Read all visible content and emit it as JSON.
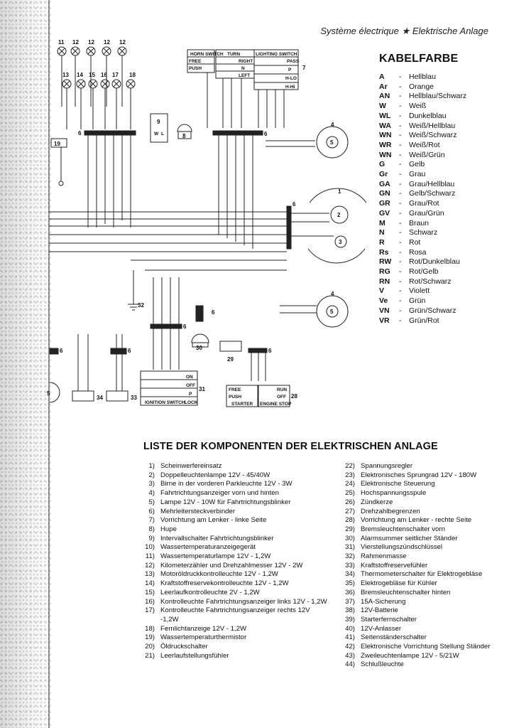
{
  "header": {
    "title_fr": "Système électrique",
    "star": "★",
    "title_de": "Elektrische Anlage"
  },
  "diagram": {
    "switch_labels": {
      "horn_switch": "HORN SWITCH",
      "free": "FREE",
      "push": "PUSH",
      "turn": "TURN",
      "right": "RIGHT",
      "n": "N",
      "left": "LEFT",
      "lighting_switch": "LIGHTING SWITCH",
      "pass": "PASS",
      "p": "P",
      "hi_lo": "H-LO",
      "hi_hi": "H-HI",
      "ignition_switch": "IGNITION    SWITCH",
      "on": "ON",
      "off": "OFF",
      "p2": "P",
      "lock": "LOCK",
      "starter": "STARTER",
      "free2": "FREE",
      "push2": "PUSH",
      "engine_stop": "ENGINE STOP",
      "run": "RUN",
      "off2": "OFF"
    },
    "component_numbers": {
      "n11": "11",
      "n12a": "12",
      "n12b": "12",
      "n12c": "12",
      "n12d": "12",
      "n13": "13",
      "n14": "14",
      "n15": "15",
      "n16": "16",
      "n17": "17",
      "n18": "18",
      "n6a": "6",
      "n6b": "6",
      "n6c": "6",
      "n6d": "6",
      "n6e": "6",
      "n6f": "6",
      "n6g": "6",
      "n6h": "6",
      "n7": "7",
      "n9": "9",
      "n8": "8",
      "n19": "19",
      "n4a": "4",
      "n5a": "5",
      "n1": "1",
      "n2": "2",
      "n3": "3",
      "n4b": "4",
      "n5b": "5",
      "n32": "32",
      "n30": "30",
      "n29": "29",
      "n31": "31",
      "n28": "28",
      "n34": "34",
      "n33": "33",
      "n5c": "5"
    },
    "wire_codes": {
      "w9": "W",
      "wl9": "L"
    }
  },
  "legend": {
    "title": "KABELFARBE",
    "items": [
      {
        "code": "A",
        "name": "Hellblau"
      },
      {
        "code": "Ar",
        "name": "Orange"
      },
      {
        "code": "AN",
        "name": "Hellblau/Schwarz"
      },
      {
        "code": "W",
        "name": "Weiß"
      },
      {
        "code": "WL",
        "name": "Dunkelblau"
      },
      {
        "code": "WA",
        "name": "Weiß/Hellblau"
      },
      {
        "code": "WN",
        "name": "Weiß/Schwarz"
      },
      {
        "code": "WR",
        "name": "Weiß/Rot"
      },
      {
        "code": "WN",
        "name": "Weiß/Grün"
      },
      {
        "code": "G",
        "name": "Gelb"
      },
      {
        "code": "Gr",
        "name": "Grau"
      },
      {
        "code": "GA",
        "name": "Grau/Hellblau"
      },
      {
        "code": "GN",
        "name": "Gelb/Schwarz"
      },
      {
        "code": "GR",
        "name": "Grau/Rot"
      },
      {
        "code": "GV",
        "name": "Grau/Grün"
      },
      {
        "code": "M",
        "name": "Braun"
      },
      {
        "code": "N",
        "name": "Schwarz"
      },
      {
        "code": "R",
        "name": "Rot"
      },
      {
        "code": "Rs",
        "name": "Rosa"
      },
      {
        "code": "RW",
        "name": "Rot/Dunkelblau"
      },
      {
        "code": "RG",
        "name": "Rot/Gelb"
      },
      {
        "code": "RN",
        "name": "Rot/Schwarz"
      },
      {
        "code": "V",
        "name": "Violett"
      },
      {
        "code": "Ve",
        "name": "Grün"
      },
      {
        "code": "VN",
        "name": "Grün/Schwarz"
      },
      {
        "code": "VR",
        "name": "Grün/Rot"
      }
    ],
    "dash": "-"
  },
  "components": {
    "title": "LISTE DER KOMPONENTEN DER ELEKTRISCHEN ANLAGE",
    "left": [
      {
        "num": "1)",
        "label": "Scheinwerfereinsatz"
      },
      {
        "num": "2)",
        "label": "Doppelleuchtenlampe 12V - 45/40W"
      },
      {
        "num": "3)",
        "label": "Birne in der vorderen Parkleuchte 12V - 3W"
      },
      {
        "num": "4)",
        "label": "Fahrtrichtungsanzeiger vorn und hinten"
      },
      {
        "num": "5)",
        "label": "Lampe 12V - 10W für Fahrtrichtungsblinker"
      },
      {
        "num": "6)",
        "label": "Mehrleitersteckverbinder"
      },
      {
        "num": "7)",
        "label": "Vorrichtung am Lenker - linke Seite"
      },
      {
        "num": "8)",
        "label": "Hupe"
      },
      {
        "num": "9)",
        "label": "Intervallschalter Fahrtrichtungsblinker"
      },
      {
        "num": "10)",
        "label": "Wassertemperaturanzeigegerät"
      },
      {
        "num": "11)",
        "label": "Wassertemperaturlampe 12V - 1,2W"
      },
      {
        "num": "12)",
        "label": "Kilometerzähler und Drehzahlmesser 12V - 2W"
      },
      {
        "num": "13)",
        "label": "Motoröldruckkontrolleuchte 12V - 1,2W"
      },
      {
        "num": "14)",
        "label": "Kraftstoffreservekontrolleuchte 12V - 1,2W"
      },
      {
        "num": "15)",
        "label": "Leerlaufkontrolleuchte 2V - 1,2W"
      },
      {
        "num": "16)",
        "label": "Kontrolleuchte Fahrtrichtungsanzeiger links 12V - 1,2W"
      },
      {
        "num": "17)",
        "label": "Kontrolleuchte Fahrtrichtungsanzeiger rechts 12V -1,2W"
      },
      {
        "num": "18)",
        "label": "Fernlichtanzeige 12V - 1,2W"
      },
      {
        "num": "19)",
        "label": "Wassertemperaturthermistor"
      },
      {
        "num": "20)",
        "label": "Öldruckschalter"
      },
      {
        "num": "21)",
        "label": "Leerlaufstellungsfühler"
      }
    ],
    "right": [
      {
        "num": "22)",
        "label": "Spannungsregler"
      },
      {
        "num": "23)",
        "label": "Elektronisches Sprungrad 12V - 180W"
      },
      {
        "num": "24)",
        "label": "Elektronische Steuerung"
      },
      {
        "num": "25)",
        "label": "Hochspannungsspule"
      },
      {
        "num": "26)",
        "label": "Zündkerze"
      },
      {
        "num": "27)",
        "label": "Drehzahlbegrenzen"
      },
      {
        "num": "28)",
        "label": "Vorrichtung am Lenker - rechte Seite"
      },
      {
        "num": "29)",
        "label": "Bremsleuchtenschalter vorn"
      },
      {
        "num": "30)",
        "label": "Alarmsummer seitlicher Ständer"
      },
      {
        "num": "31)",
        "label": "Vierstellungszündschlüssel"
      },
      {
        "num": "32)",
        "label": "Rahmenmasse"
      },
      {
        "num": "33)",
        "label": "Kraftstoffreservefühler"
      },
      {
        "num": "34)",
        "label": "Thermometerschalter für Elektrogebläse"
      },
      {
        "num": "35)",
        "label": "Elektrogebläse für Kühler"
      },
      {
        "num": "36)",
        "label": "Bremsleuchtenschalter hinten"
      },
      {
        "num": "37)",
        "label": "15A-Sicherung"
      },
      {
        "num": "38)",
        "label": "12V-Batterie"
      },
      {
        "num": "39)",
        "label": "Starterfernschalter"
      },
      {
        "num": "40)",
        "label": "12V-Anlasser"
      },
      {
        "num": "41)",
        "label": "Seitenständerschalter"
      },
      {
        "num": "42)",
        "label": "Elektronische Vorrichtung Stellung Ständer"
      },
      {
        "num": "43)",
        "label": "Zweileuchtenlampe 12V - 5/21W"
      },
      {
        "num": "44)",
        "label": "Schlußleuchte"
      }
    ]
  }
}
